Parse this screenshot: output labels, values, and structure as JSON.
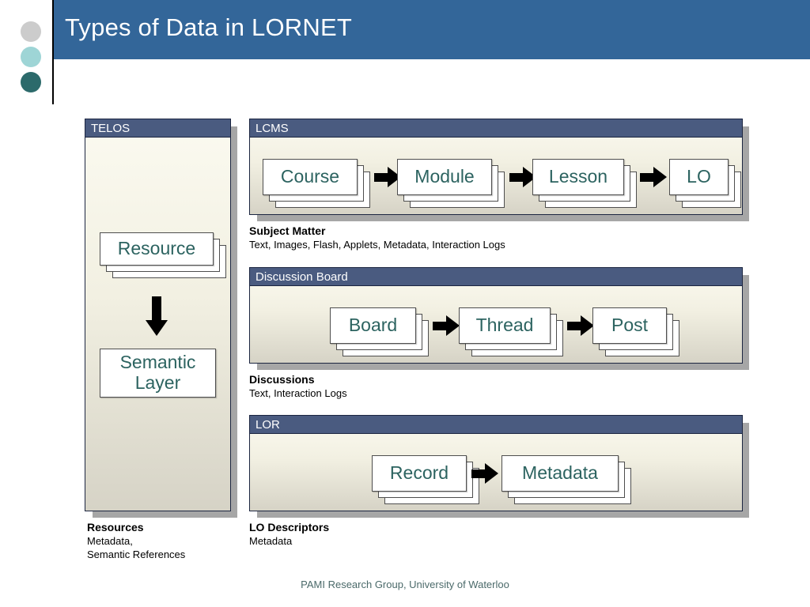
{
  "header": {
    "title": "Types of Data in LORNET",
    "banner_color": "#336699",
    "dots": [
      {
        "name": "dot-gray",
        "color": "#cccccc"
      },
      {
        "name": "dot-teal-light",
        "color": "#9ed5d6"
      },
      {
        "name": "dot-teal-dark",
        "color": "#2c6a6b"
      }
    ]
  },
  "panels": {
    "telos": {
      "title": "TELOS",
      "cards": [
        {
          "label": "Resource",
          "stacked": true
        },
        {
          "label": "Semantic\nLayer",
          "stacked": false
        }
      ],
      "arrow": "down-arrow"
    },
    "lcms": {
      "title": "LCMS",
      "cards": [
        {
          "label": "Course",
          "stacked": true
        },
        {
          "label": "Module",
          "stacked": true
        },
        {
          "label": "Lesson",
          "stacked": true
        },
        {
          "label": "LO",
          "stacked": true
        }
      ]
    },
    "discussion_board": {
      "title": "Discussion Board",
      "cards": [
        {
          "label": "Board",
          "stacked": true
        },
        {
          "label": "Thread",
          "stacked": true
        },
        {
          "label": "Post",
          "stacked": true
        }
      ]
    },
    "lor": {
      "title": "LOR",
      "cards": [
        {
          "label": "Record",
          "stacked": true
        },
        {
          "label": "Metadata",
          "stacked": true
        }
      ]
    }
  },
  "captions": {
    "subject_matter": {
      "title": "Subject Matter",
      "sub": "Text, Images, Flash, Applets, Metadata, Interaction Logs"
    },
    "discussions": {
      "title": "Discussions",
      "sub": "Text, Interaction Logs"
    },
    "lo_descriptors": {
      "title": "LO Descriptors",
      "sub": "Metadata"
    },
    "resources": {
      "title": "Resources",
      "sub": "Metadata,\nSemantic References"
    }
  },
  "footer": {
    "text": "PAMI Research Group, University of Waterloo",
    "color": "#4b6a6a"
  },
  "theme": {
    "panel_title_bg": "#4a5b80",
    "panel_border": "#1b2540",
    "card_text": "#2c6360",
    "card_border": "#4e4e4e"
  }
}
